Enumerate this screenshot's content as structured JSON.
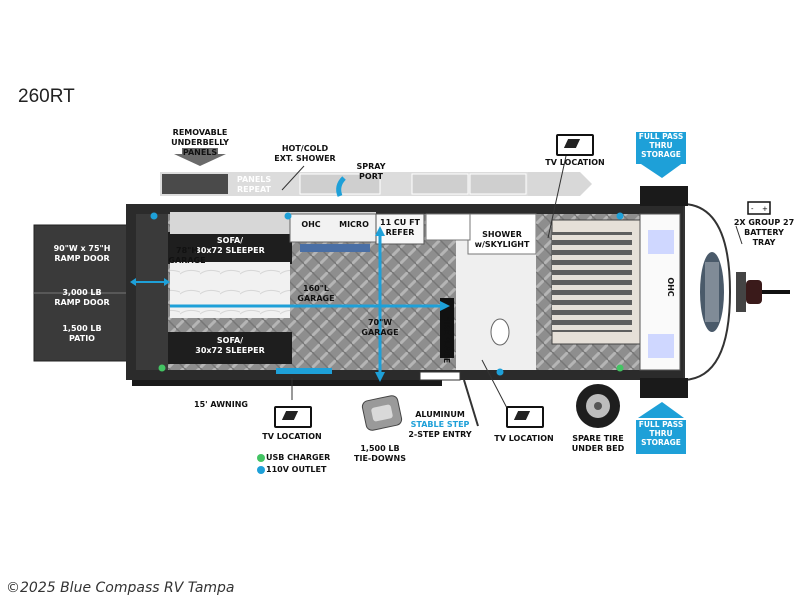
{
  "model": "260RT",
  "footer": "©2025 Blue Compass RV Tampa",
  "colors": {
    "accent": "#1ea0d8",
    "usb": "#43c463",
    "outlet": "#1ea0d8",
    "floor": "#8a8a8a"
  },
  "labels": {
    "underbelly": "REMOVABLE\nUNDERBELLY\nPANELS",
    "shower_ext": "HOT/COLD\nEXT. SHOWER",
    "spray_port": "SPRAY\nPORT",
    "panels_repeat": "PANELS\nREPEAT",
    "tv_top": "TV LOCATION",
    "full_pass_top": "FULL PASS\nTHRU\nSTORAGE",
    "battery": "2X GROUP 27\nBATTERY\nTRAY",
    "ohc1": "OHC",
    "micro": "MICRO",
    "refer": "11 CU FT\nREFER",
    "shower": "SHOWER\nw/SKYLIGHT",
    "ohc2": "OHC",
    "ramp_door_size": "90\"W x 75\"H\nRAMP DOOR",
    "ramp_door_lb": "3,000 LB\nRAMP DOOR",
    "patio": "1,500 LB\nPATIO",
    "sofa1": "SOFA/\n30x72 SLEEPER",
    "sofa2": "SOFA/\n30x72 SLEEPER",
    "garage_h": "78\"H\nGARAGE",
    "garage_l": "160\"L\nGARAGE",
    "garage_w": "70\"W\nGARAGE",
    "fireplace": "FIREPLACE",
    "awning": "15' AWNING",
    "tv_left": "TV LOCATION",
    "tie_downs": "1,500 LB\nTIE-DOWNS",
    "step_a": "ALUMINUM",
    "step_b": "STABLE STEP",
    "step_c": "2-STEP ENTRY",
    "tv_right": "TV LOCATION",
    "spare_tire": "SPARE TIRE\nUNDER BED",
    "full_pass_bottom": "FULL PASS\nTHRU\nSTORAGE",
    "usb": "USB CHARGER",
    "outlet": "110V OUTLET"
  }
}
